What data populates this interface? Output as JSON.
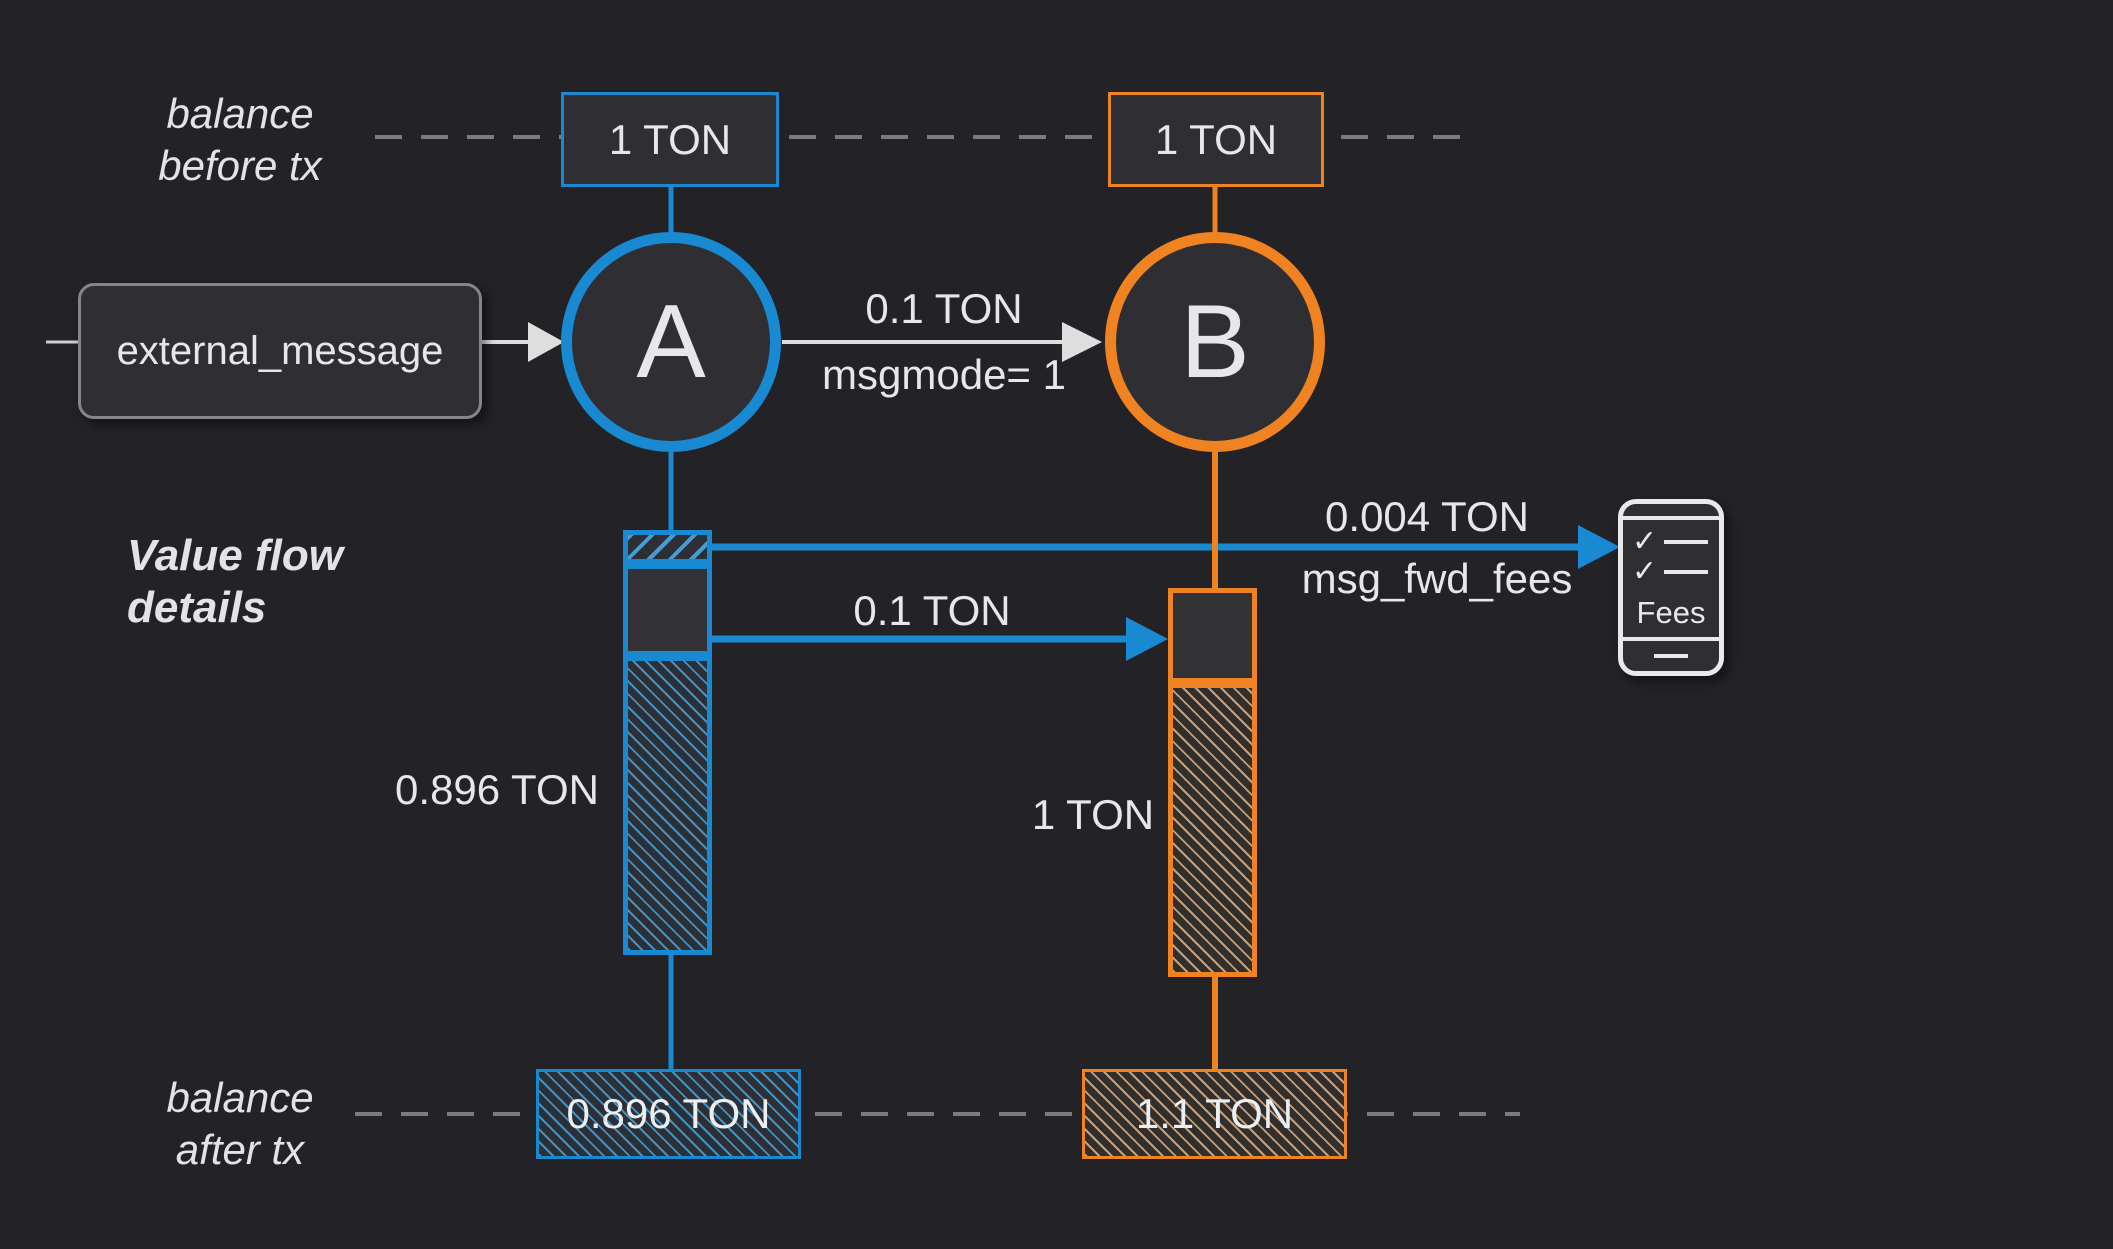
{
  "colors": {
    "background": "#222227",
    "blue": "#1989d1",
    "orange": "#ef8321",
    "text": "#e7e7e9",
    "dash_gray": "#7b7b80",
    "node_fill": "#2e2e33"
  },
  "annotations": {
    "balance_before": {
      "line1": "balance",
      "line2": "before tx"
    },
    "value_flow": {
      "line1": "Value flow",
      "line2": "details"
    },
    "balance_after": {
      "line1": "balance",
      "line2": "after tx"
    }
  },
  "external_message": {
    "label": "external_message"
  },
  "account_a": {
    "letter": "A",
    "balance_before": "1 TON",
    "balance_after": "0.896 TON",
    "remaining": "0.896 TON"
  },
  "account_b": {
    "letter": "B",
    "balance_before": "1 TON",
    "balance_after": "1.1 TON",
    "received": "1 TON"
  },
  "message_a_to_b": {
    "amount": "0.1 TON",
    "mode": "msgmode= 1"
  },
  "fee_flow": {
    "amount": "0.004 TON",
    "name": "msg_fwd_fees",
    "icon_label": "Fees",
    "check": "✓"
  },
  "value_transfer": {
    "amount": "0.1 TON"
  }
}
